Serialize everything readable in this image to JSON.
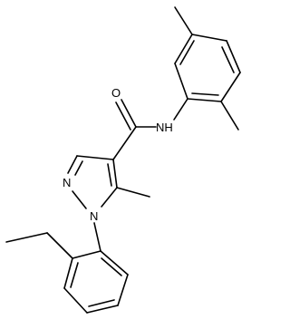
{
  "structure": {
    "atom_labels": {
      "carbonyl_oxygen": "O",
      "amide_nitrogen": "NH",
      "pyrazole_n2": "N",
      "pyrazole_n1": "N"
    }
  }
}
